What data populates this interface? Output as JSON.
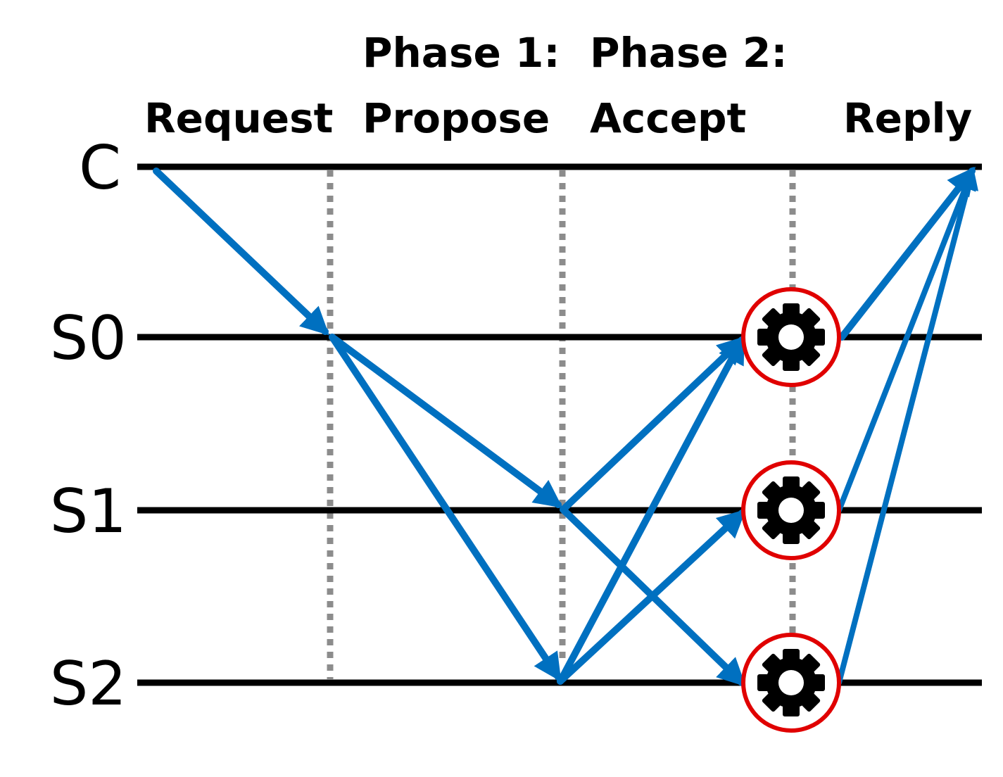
{
  "phases": {
    "request": "Request",
    "phase1_heading": "Phase 1:",
    "phase1_name": "Propose",
    "phase2_heading": "Phase 2:",
    "phase2_name": "Accept",
    "reply": "Reply"
  },
  "nodes": [
    "C",
    "S0",
    "S1",
    "S2"
  ],
  "colors": {
    "arrow": "#0070C0",
    "timeline": "#000000",
    "divider": "#8C8C8C",
    "execute_ring": "#E00000",
    "gear": "#000000"
  },
  "icons": {
    "execute": "gear-icon"
  },
  "messages": [
    {
      "phase": "Request",
      "from": "C",
      "to": "S0"
    },
    {
      "phase": "Propose",
      "from": "S0",
      "to": "S1"
    },
    {
      "phase": "Propose",
      "from": "S0",
      "to": "S2"
    },
    {
      "phase": "Accept",
      "from": "S1",
      "to": "S0"
    },
    {
      "phase": "Accept",
      "from": "S1",
      "to": "S2"
    },
    {
      "phase": "Accept",
      "from": "S2",
      "to": "S0"
    },
    {
      "phase": "Accept",
      "from": "S2",
      "to": "S1"
    },
    {
      "phase": "Reply",
      "from": "S0",
      "to": "C"
    },
    {
      "phase": "Reply",
      "from": "S1",
      "to": "C"
    },
    {
      "phase": "Reply",
      "from": "S2",
      "to": "C"
    }
  ],
  "executes_at": [
    "S0",
    "S1",
    "S2"
  ]
}
